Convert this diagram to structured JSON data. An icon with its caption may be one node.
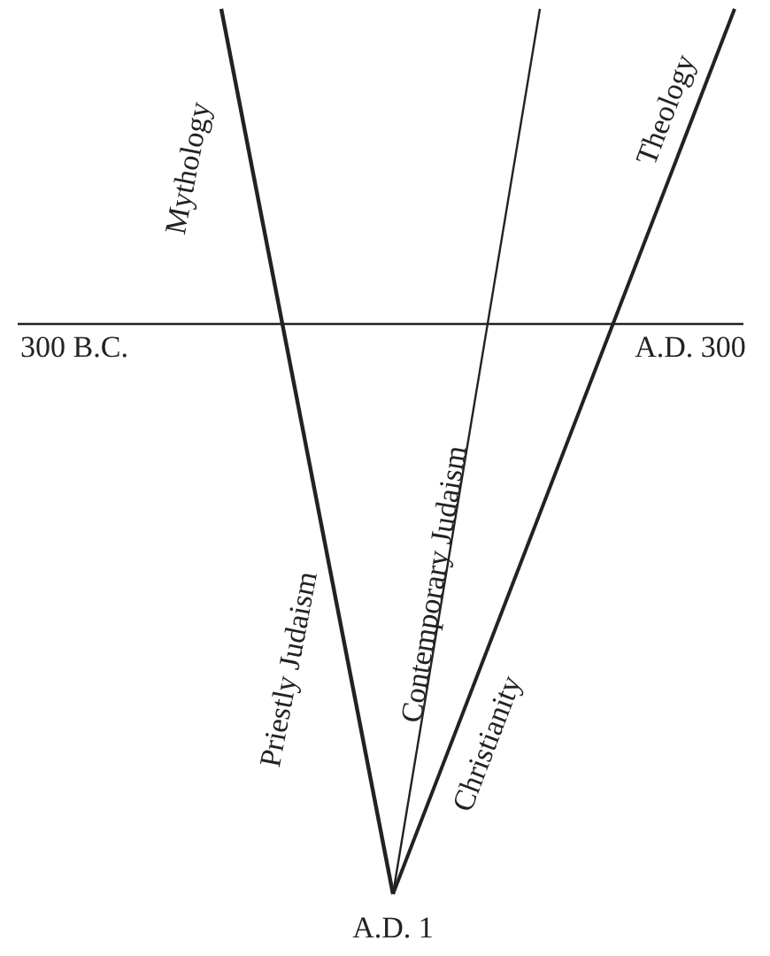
{
  "diagram": {
    "labels": [
      "Mythology",
      "Theology",
      "300 B.C.",
      "A.D. 300",
      "Contemporary Judaism",
      "Priestly Judaism",
      "Christianity",
      "A.D. 1"
    ]
  }
}
